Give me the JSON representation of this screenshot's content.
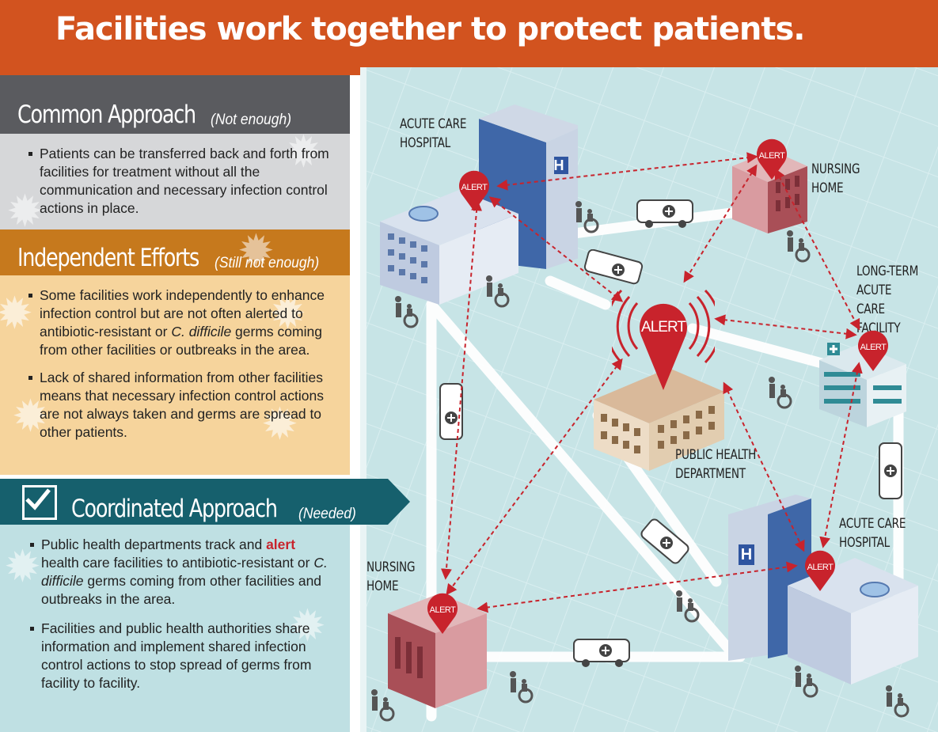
{
  "title": "Facilities work together to protect patients.",
  "panels": {
    "common": {
      "heading": "Common Approach",
      "qualifier": "(Not enough)",
      "bullets": [
        "Patients can be transferred back and forth from facilities for treatment without all the communication and necessary infection control actions in place."
      ]
    },
    "independent": {
      "heading": "Independent Efforts",
      "qualifier": "(Still not enough)",
      "bullet1_pre": "Some facilities work independently to enhance infection control but are not often alerted to antibiotic-resistant or ",
      "bullet1_em": "C. difficile",
      "bullet1_post": " germs coming from other facilities or outbreaks in the area.",
      "bullet2": "Lack of shared information from other facilities means that necessary infection control actions are not always taken and germs are spread to other patients."
    },
    "coordinated": {
      "heading": "Coordinated Approach",
      "qualifier": "(Needed)",
      "bullet1_pre": "Public health departments track and ",
      "bullet1_alert": "alert",
      "bullet1_mid": " health care facilities to antibiotic-resistant or ",
      "bullet1_em": "C. difficile",
      "bullet1_post": " germs coming from other facilities and outbreaks in the area.",
      "bullet2": "Facilities and public health authorities share information and implement shared infection control actions to stop spread of germs from facility to facility."
    }
  },
  "map": {
    "alert_text": "ALERT",
    "labels": {
      "acute_top": "ACUTE CARE\nHOSPITAL",
      "nursing_top": "NURSING\nHOME",
      "ltac": "LONG-TERM\nACUTE CARE\nFACILITY",
      "phd": "PUBLIC HEALTH\nDEPARTMENT",
      "acute_bottom": "ACUTE CARE\nHOSPITAL",
      "nursing_bottom": "NURSING\nHOME"
    },
    "hospital_sign": "H"
  },
  "colors": {
    "header": "#d2531f",
    "common": "#5a5b5f",
    "independent": "#c6791d",
    "coordinated": "#16606d",
    "alert": "#c8232c",
    "map_bg": "#c7e4e6"
  }
}
